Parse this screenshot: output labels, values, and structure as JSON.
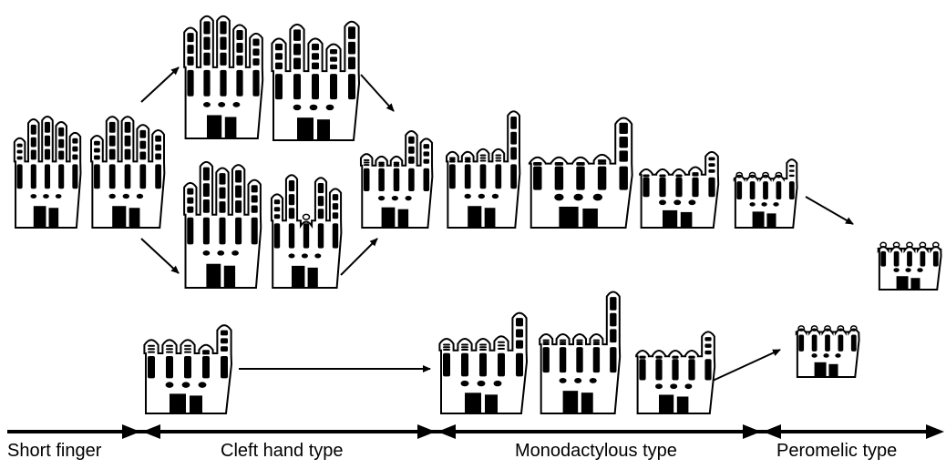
{
  "categories": {
    "short_finger": "Short finger",
    "cleft_hand": "Cleft hand type",
    "monodactylous": "Monodactylous type",
    "peromelic": "Peromelic type"
  },
  "illustration": {
    "subject": "hand skeleton variants",
    "hand_icon": "hand-skeleton-icon",
    "ink_color": "#000000",
    "background_color": "#ffffff"
  }
}
